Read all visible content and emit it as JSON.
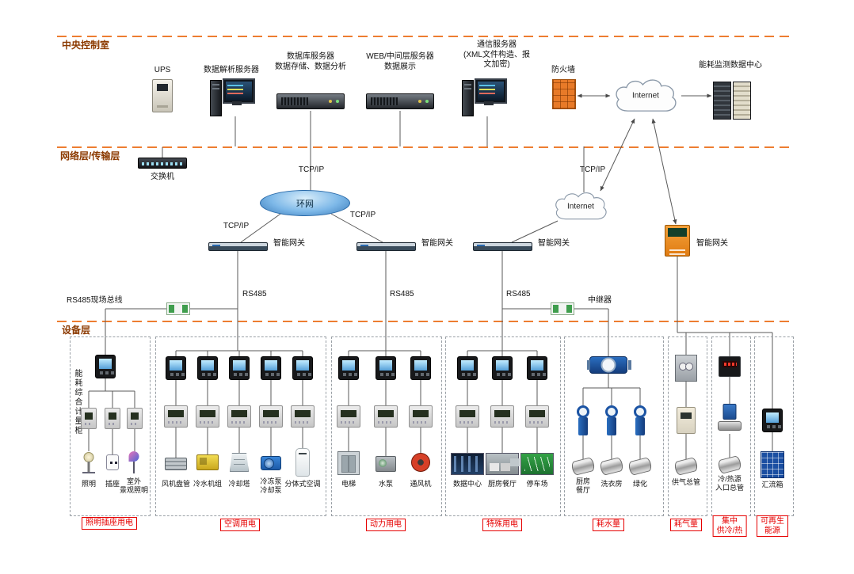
{
  "layers": {
    "control_room": "中央控制室",
    "network": "网络层/传输层",
    "device": "设备层"
  },
  "top": {
    "ups": "UPS",
    "parse_server": "数据解析服务器",
    "db_server": "数据库服务器\n数据存储、数据分析",
    "web_server": "WEB/中间层服务器\n数据展示",
    "comm_server": "通信服务器\n(XML文件构造、报\n文加密)",
    "firewall": "防火墙",
    "internet": "Internet",
    "data_center": "能耗监测数据中心"
  },
  "net": {
    "switch": "交换机",
    "tcpip": "TCP/IP",
    "ring": "环网",
    "internet": "Internet",
    "gateway": "智能网关",
    "rs485": "RS485",
    "rs485_bus": "RS485现场总线",
    "repeater": "中继器"
  },
  "device_layer": {
    "cabinet": "能耗综合计量柜",
    "groups": [
      {
        "tag": "照明插座用电",
        "items": [
          "照明",
          "插座",
          "室外\n景观照明"
        ]
      },
      {
        "tag": "空调用电",
        "items": [
          "风机盘管",
          "冷水机组",
          "冷却塔",
          "冷冻泵\n冷却泵",
          "分体式空调"
        ]
      },
      {
        "tag": "动力用电",
        "items": [
          "电梯",
          "水泵",
          "通风机"
        ]
      },
      {
        "tag": "特殊用电",
        "items": [
          "数据中心",
          "厨房餐厅",
          "停车场"
        ]
      },
      {
        "tag": "耗水量",
        "items": [
          "厨房\n餐厅",
          "洗衣房",
          "绿化"
        ]
      },
      {
        "tag": "耗气量",
        "items": [
          "供气总管"
        ]
      },
      {
        "tag": "集中\n供冷/热",
        "items": [
          "冷/热源\n入口总管"
        ]
      },
      {
        "tag": "可再生\n能源",
        "items": [
          "汇流箱"
        ]
      }
    ]
  },
  "colors": {
    "separator": "#ED7D31",
    "layer_label": "#8C3A00",
    "tag_red": "#E60000",
    "ring_fill": "#7DB8E8",
    "gateway_orange": "#F2901E"
  }
}
